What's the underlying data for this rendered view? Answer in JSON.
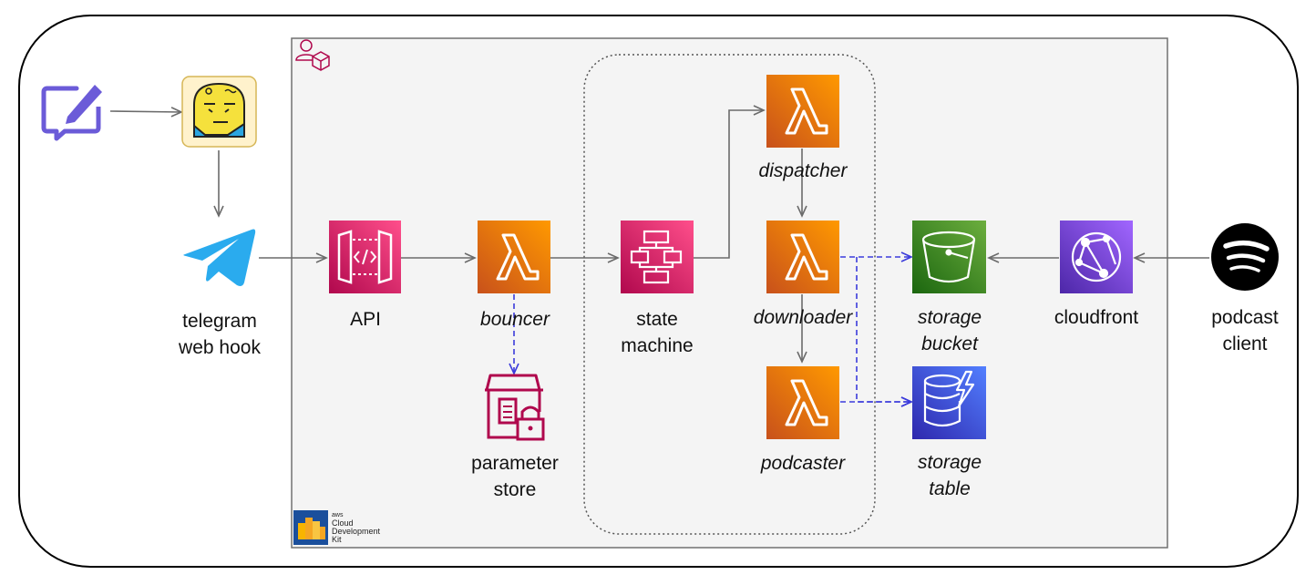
{
  "diagram": {
    "nodes": {
      "chat_input": {
        "icon": "chat-edit-icon"
      },
      "bot": {
        "icon": "bot-face-icon"
      },
      "telegram": {
        "icon": "telegram-icon",
        "label_line1": "telegram",
        "label_line2": "web hook"
      },
      "api": {
        "icon": "api-gateway-icon",
        "label": "API"
      },
      "bouncer": {
        "icon": "lambda-icon",
        "label": "bouncer"
      },
      "parameter_store": {
        "icon": "parameter-store-icon",
        "label_line1": "parameter",
        "label_line2": "store"
      },
      "state_machine": {
        "icon": "step-functions-icon",
        "label_line1": "state",
        "label_line2": "machine"
      },
      "dispatcher": {
        "icon": "lambda-icon",
        "label": "dispatcher"
      },
      "downloader": {
        "icon": "lambda-icon",
        "label": "downloader"
      },
      "podcaster": {
        "icon": "lambda-icon",
        "label": "podcaster"
      },
      "storage_bucket": {
        "icon": "s3-bucket-icon",
        "label_line1": "storage",
        "label_line2": "bucket"
      },
      "storage_table": {
        "icon": "dynamodb-table-icon",
        "label_line1": "storage",
        "label_line2": "table"
      },
      "cloudfront": {
        "icon": "cloudfront-icon",
        "label": "cloudfront"
      },
      "podcast_client": {
        "icon": "spotify-icon",
        "label_line1": "podcast",
        "label_line2": "client"
      }
    },
    "cdk": {
      "icon": "cdk-logo-icon",
      "logo_line1": "aws",
      "logo_line2": "Cloud",
      "logo_line3": "Development",
      "logo_line4": "Kit",
      "account_icon": "account-icon"
    },
    "colors": {
      "lambda": "#ED7100",
      "api": "#E7157B",
      "step_functions": "#E7157B",
      "s3": "#3F8624",
      "dynamodb": "#3334B9",
      "cloudfront": "#8C4FFF",
      "telegram": "#2AABEE",
      "parameter_store": "#B0084D",
      "edge": "#6b6b6b",
      "dashed_edge": "#3b3bdb"
    }
  }
}
